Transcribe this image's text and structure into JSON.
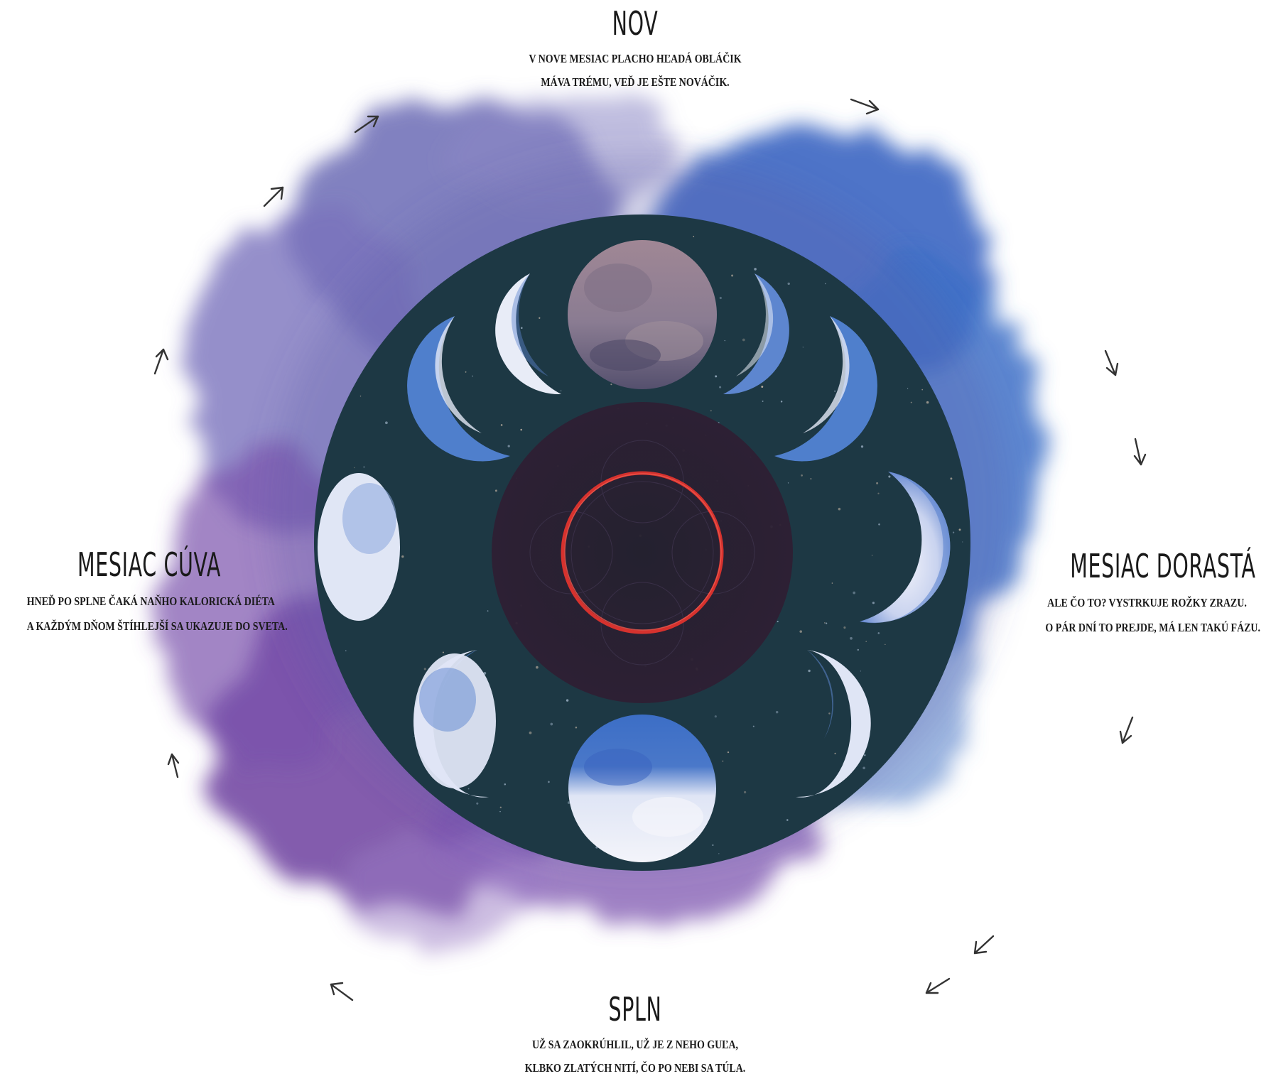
{
  "phases": {
    "nov": {
      "title": "NOV",
      "line1": "V NOVE MESIAC PLACHO HĽADÁ OBLÁČIK",
      "line2": "MÁVA TRÉMU, VEĎ JE EŠTE NOVÁČIK."
    },
    "cuva": {
      "title": "MESIAC CÚVA",
      "line1": "HNEĎ PO SPLNE ČAKÁ NAŇHO KALORICKÁ DIÉTA",
      "line2": "A KAŽDÝM DŇOM ŠTÍHLEJŠÍ SA UKAZUJE DO SVETA."
    },
    "dorasta": {
      "title": "MESIAC DORASTÁ",
      "line1": "ALE ČO TO? VYSTRKUJE ROŽKY ZRAZU.",
      "line2": "O PÁR DNÍ TO PREJDE, MÁ LEN TAKÚ FÁZU."
    },
    "spln": {
      "title": "SPLN",
      "line1": "UŽ SA ZAOKRÚHLIL, UŽ JE Z NEHO GUĽA,",
      "line2": "KLBKO ZLATÝCH NITÍ, ČO PO NEBI SA TÚLA."
    }
  },
  "colors": {
    "disc": "#1d3844",
    "center": "#2b1f33",
    "ring": "#d6322e",
    "cloud_violet": "#7a6fb8",
    "cloud_blue": "#3d6fc4",
    "cloud_purple": "#6f3fa0",
    "moon_light": "#e4e7f4",
    "moon_blue": "#4f7fcc",
    "new_moon": "#8d7a8c",
    "arrow": "#333333",
    "text": "#1a1a1a"
  }
}
